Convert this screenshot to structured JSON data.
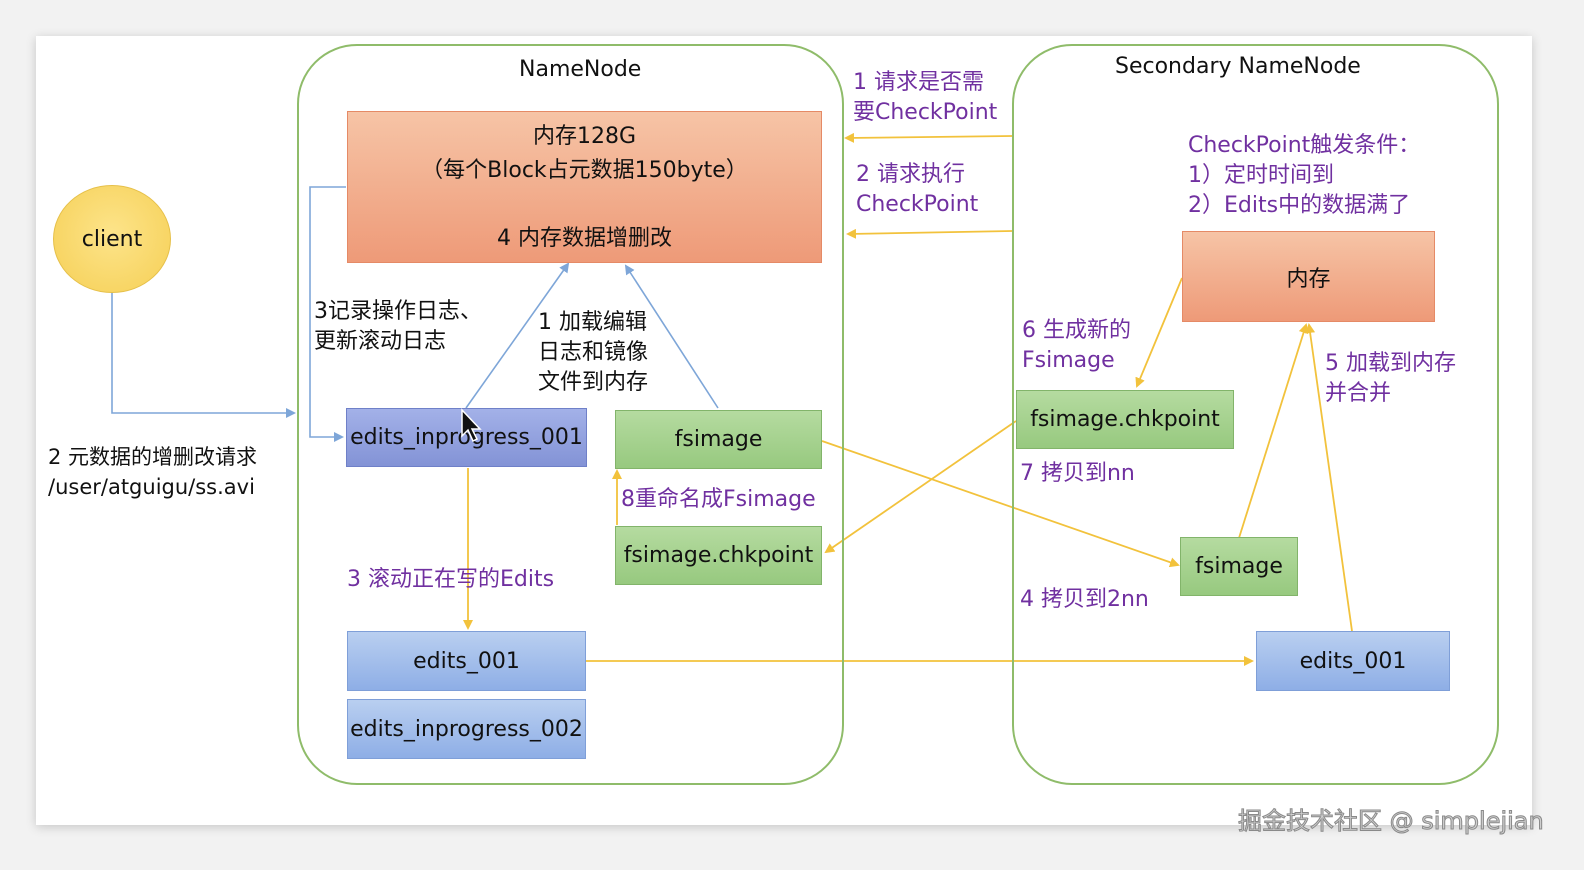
{
  "namenode": {
    "title": "NameNode",
    "memory_line1": "内存128G",
    "memory_line2": "（每个Block占元数据150byte）",
    "memory_line3": "4 内存数据增删改",
    "edits_inprogress_001": "edits_inprogress_001",
    "fsimage": "fsimage",
    "fsimage_chkpoint": "fsimage.chkpoint",
    "edits_001": "edits_001",
    "edits_inprogress_002": "edits_inprogress_002"
  },
  "secondary": {
    "title": "Secondary NameNode",
    "memory": "内存",
    "fsimage_chkpoint": "fsimage.chkpoint",
    "fsimage": "fsimage",
    "edits_001": "edits_001"
  },
  "client": {
    "label": "client"
  },
  "labels": {
    "request_line1": "2 元数据的增删改请求",
    "request_line2": "/user/atguigu/ss.avi",
    "log_line1": "3记录操作日志、",
    "log_line2": "更新滚动日志",
    "load_line1": "1 加载编辑",
    "load_line2": "日志和镜像",
    "load_line3": "文件到内存",
    "rename": "8重命名成Fsimage",
    "roll": "3 滚动正在写的Edits",
    "ask_line1": "1 请求是否需",
    "ask_line2": "要CheckPoint",
    "exec_line1": "2 请求执行",
    "exec_line2": "CheckPoint",
    "trigger_line1": "CheckPoint触发条件：",
    "trigger_line2": "1）定时时间到",
    "trigger_line3": "2）Edits中的数据满了",
    "gen_line1": "6 生成新的",
    "gen_line2": "Fsimage",
    "copy_nn": "7 拷贝到nn",
    "merge_line1": "5 加载到内存",
    "merge_line2": "并合并",
    "copy_2nn": "4 拷贝到2nn"
  },
  "watermark": "掘金技术社区 @ simplejian",
  "colors": {
    "arrow_yellow": "#f2c23c",
    "arrow_blue": "#7ea6d8",
    "group_border": "#8fbc6a",
    "label_violet": "#7030a0"
  }
}
